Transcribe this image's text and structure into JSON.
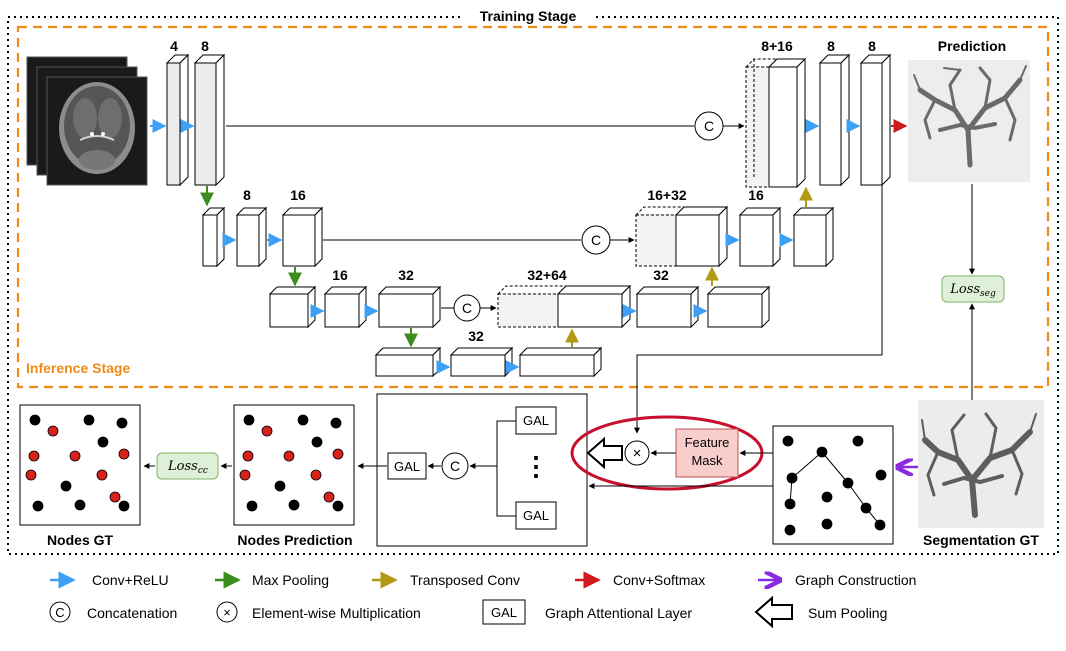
{
  "stages": {
    "training": "Training Stage",
    "inference": "Inference Stage"
  },
  "channels": {
    "enc1a": "4",
    "enc1b": "8",
    "dec1a": "8+16",
    "dec1b": "8",
    "dec1c": "8",
    "enc2a": "8",
    "enc2b": "16",
    "dec2a": "16+32",
    "dec2b": "16",
    "enc3a": "16",
    "enc3b": "32",
    "dec3a": "32+64",
    "dec3b": "32",
    "bottleneck": "32"
  },
  "symbols": {
    "concat": "C",
    "multiply": "×",
    "dots": "⋮"
  },
  "labels": {
    "prediction": "Prediction",
    "loss_seg": "Loss",
    "loss_seg_sub": "seg",
    "loss_cc": "Loss",
    "loss_cc_sub": "cc",
    "feature_mask_1": "Feature",
    "feature_mask_2": "Mask",
    "gal": "GAL",
    "nodes_gt": "Nodes GT",
    "nodes_prediction": "Nodes Prediction",
    "segmentation_gt": "Segmentation GT"
  },
  "legend": [
    {
      "label": "Conv+ReLU",
      "color": "#3ea0f5",
      "icon": "arrow-right-icon"
    },
    {
      "label": "Max Pooling",
      "color": "#3c8c1e",
      "icon": "arrow-right-icon"
    },
    {
      "label": "Transposed Conv",
      "color": "#b39a16",
      "icon": "arrow-right-icon"
    },
    {
      "label": "Conv+Softmax",
      "color": "#d0191a",
      "icon": "arrow-right-icon"
    },
    {
      "label": "Graph Construction",
      "color": "#8a2be2",
      "icon": "open-arrow-icon"
    },
    {
      "label": "Concatenation",
      "symbol": "C",
      "icon": "circle-c-icon"
    },
    {
      "label": "Element-wise Multiplication",
      "symbol": "×",
      "icon": "circle-times-icon"
    },
    {
      "label": "Graph Attentional Layer",
      "symbol": "GAL",
      "icon": "gal-box-icon"
    },
    {
      "label": "Sum Pooling",
      "icon": "hollow-arrow-icon"
    }
  ],
  "colors": {
    "inference_border": "#f08a16",
    "training_border": "#000000",
    "loss_fill": "#dff0d8",
    "loss_border": "#82b366",
    "mask_fill": "#f8cecc",
    "mask_border": "#b85450",
    "red_ellipse": "#c8102e",
    "node_red": "#d9221c",
    "node_black": "#000000"
  }
}
